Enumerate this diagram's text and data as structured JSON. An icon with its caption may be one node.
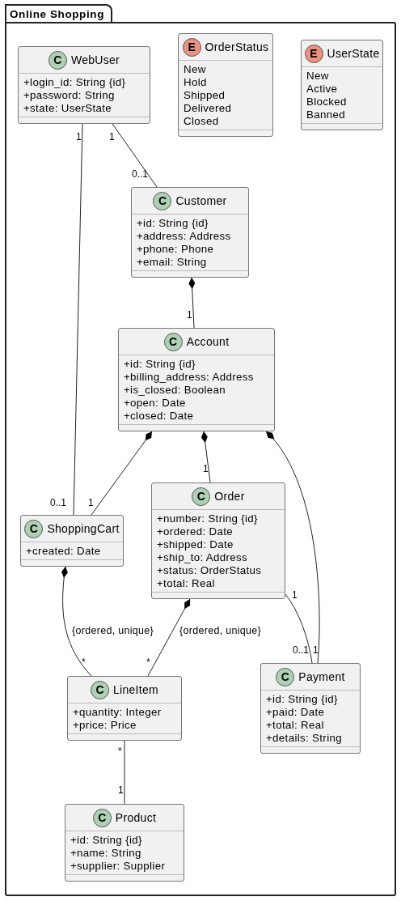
{
  "diagram": {
    "nodes": [
      {
        "text": [
          "Online Shopping"
        ]
      },
      {
        "text": [
          "C",
          "WebUser",
          "+login_id: String {id}",
          "+password: String",
          "+state: UserState"
        ],
        "in": 0
      },
      {
        "text": [
          "E",
          "OrderStatus",
          "New",
          "Hold",
          "Shipped",
          "Delivered",
          "Closed"
        ],
        "in": 0
      },
      {
        "text": [
          "E",
          "UserState",
          "New",
          "Active",
          "Blocked",
          "Banned"
        ],
        "in": 0
      },
      {
        "text": [
          "C",
          "Customer",
          "+id: String {id}",
          "+address: Address",
          "+phone: Phone",
          "+email: String"
        ],
        "in": 0
      },
      {
        "text": [
          "C",
          "Account",
          "+id: String {id}",
          "+billing_address: Address",
          "+is_closed: Boolean",
          "+open: Date",
          "+closed: Date"
        ],
        "in": 0
      },
      {
        "text": [
          "C",
          "Order",
          "+number: String {id}",
          "+ordered: Date",
          "+shipped: Date",
          "+ship_to: Address",
          "+status: OrderStatus",
          "+total: Real"
        ],
        "in": 0
      },
      {
        "text": [
          "C",
          "ShoppingCart",
          "+created: Date"
        ],
        "in": 0
      },
      {
        "text": [
          "C",
          "Payment",
          "+id: String {id}",
          "+paid: Date",
          "+total: Real",
          "+details: String"
        ],
        "in": 0
      },
      {
        "text": [
          "C",
          "LineItem",
          "+quantity: Integer",
          "+price: Price"
        ],
        "in": 0
      },
      {
        "text": [
          "C",
          "Product",
          "+id: String {id}",
          "+name: String",
          "+supplier: Supplier"
        ],
        "in": 0
      }
    ],
    "edges": [
      {
        "from": 1,
        "to": 4,
        "arrow": "none"
      },
      {
        "from": 1,
        "to": 7,
        "arrow": "none"
      },
      {
        "from": 4,
        "to": 5,
        "arrow": "other"
      },
      {
        "from": 5,
        "to": 7,
        "arrow": "other"
      },
      {
        "from": 5,
        "to": 6,
        "arrow": "other"
      },
      {
        "from": 5,
        "to": 8,
        "arrow": "other"
      },
      {
        "from": 6,
        "to": 8,
        "arrow": "none"
      },
      {
        "from": 7,
        "to": 9,
        "arrow": "other",
        "label": "{ordered, unique}"
      },
      {
        "from": 6,
        "to": 9,
        "arrow": "other",
        "label": "{ordered, unique}"
      },
      {
        "from": 9,
        "to": 10,
        "arrow": "none"
      }
    ],
    "labels": [
      "1",
      "1",
      "0..1",
      "1",
      "1",
      "0..1",
      "1",
      "1",
      "0..1",
      "1",
      "*",
      "*",
      "*",
      "1"
    ]
  }
}
